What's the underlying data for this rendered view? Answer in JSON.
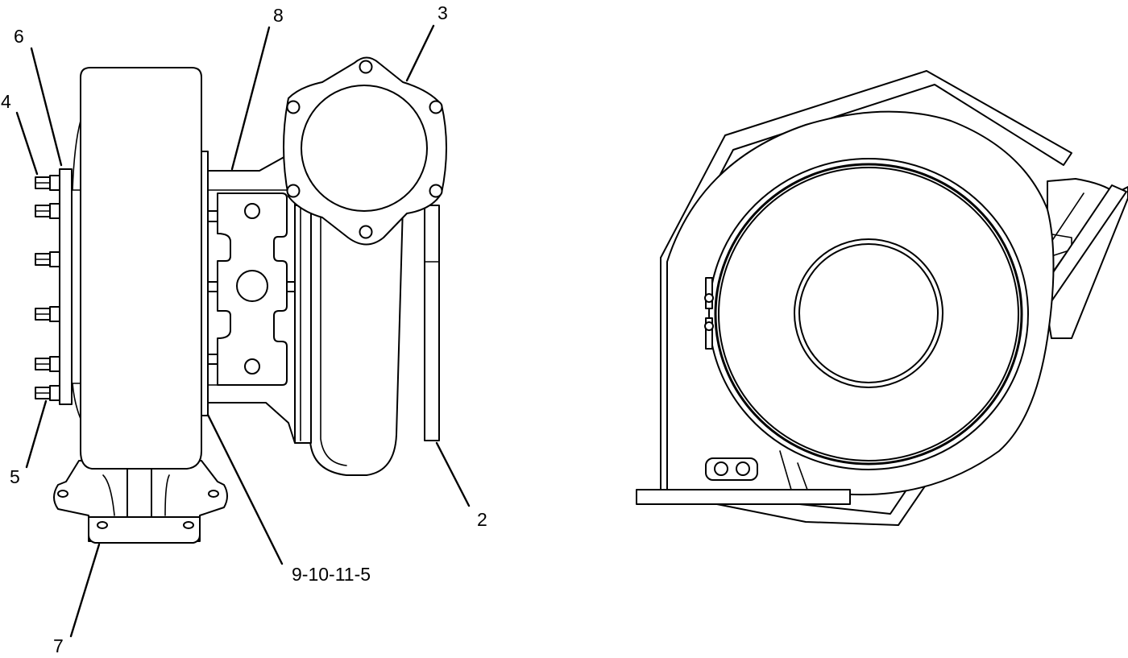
{
  "diagram": {
    "views": [
      "side-view",
      "end-view"
    ],
    "callouts": [
      {
        "id": "c8",
        "label": "8"
      },
      {
        "id": "c3",
        "label": "3"
      },
      {
        "id": "c6",
        "label": "6"
      },
      {
        "id": "c4",
        "label": "4"
      },
      {
        "id": "c5",
        "label": "5"
      },
      {
        "id": "c2",
        "label": "2"
      },
      {
        "id": "c9",
        "label": "9-10-11-5"
      },
      {
        "id": "c7",
        "label": "7"
      }
    ],
    "line_color": "#000000",
    "background": "#ffffff"
  }
}
